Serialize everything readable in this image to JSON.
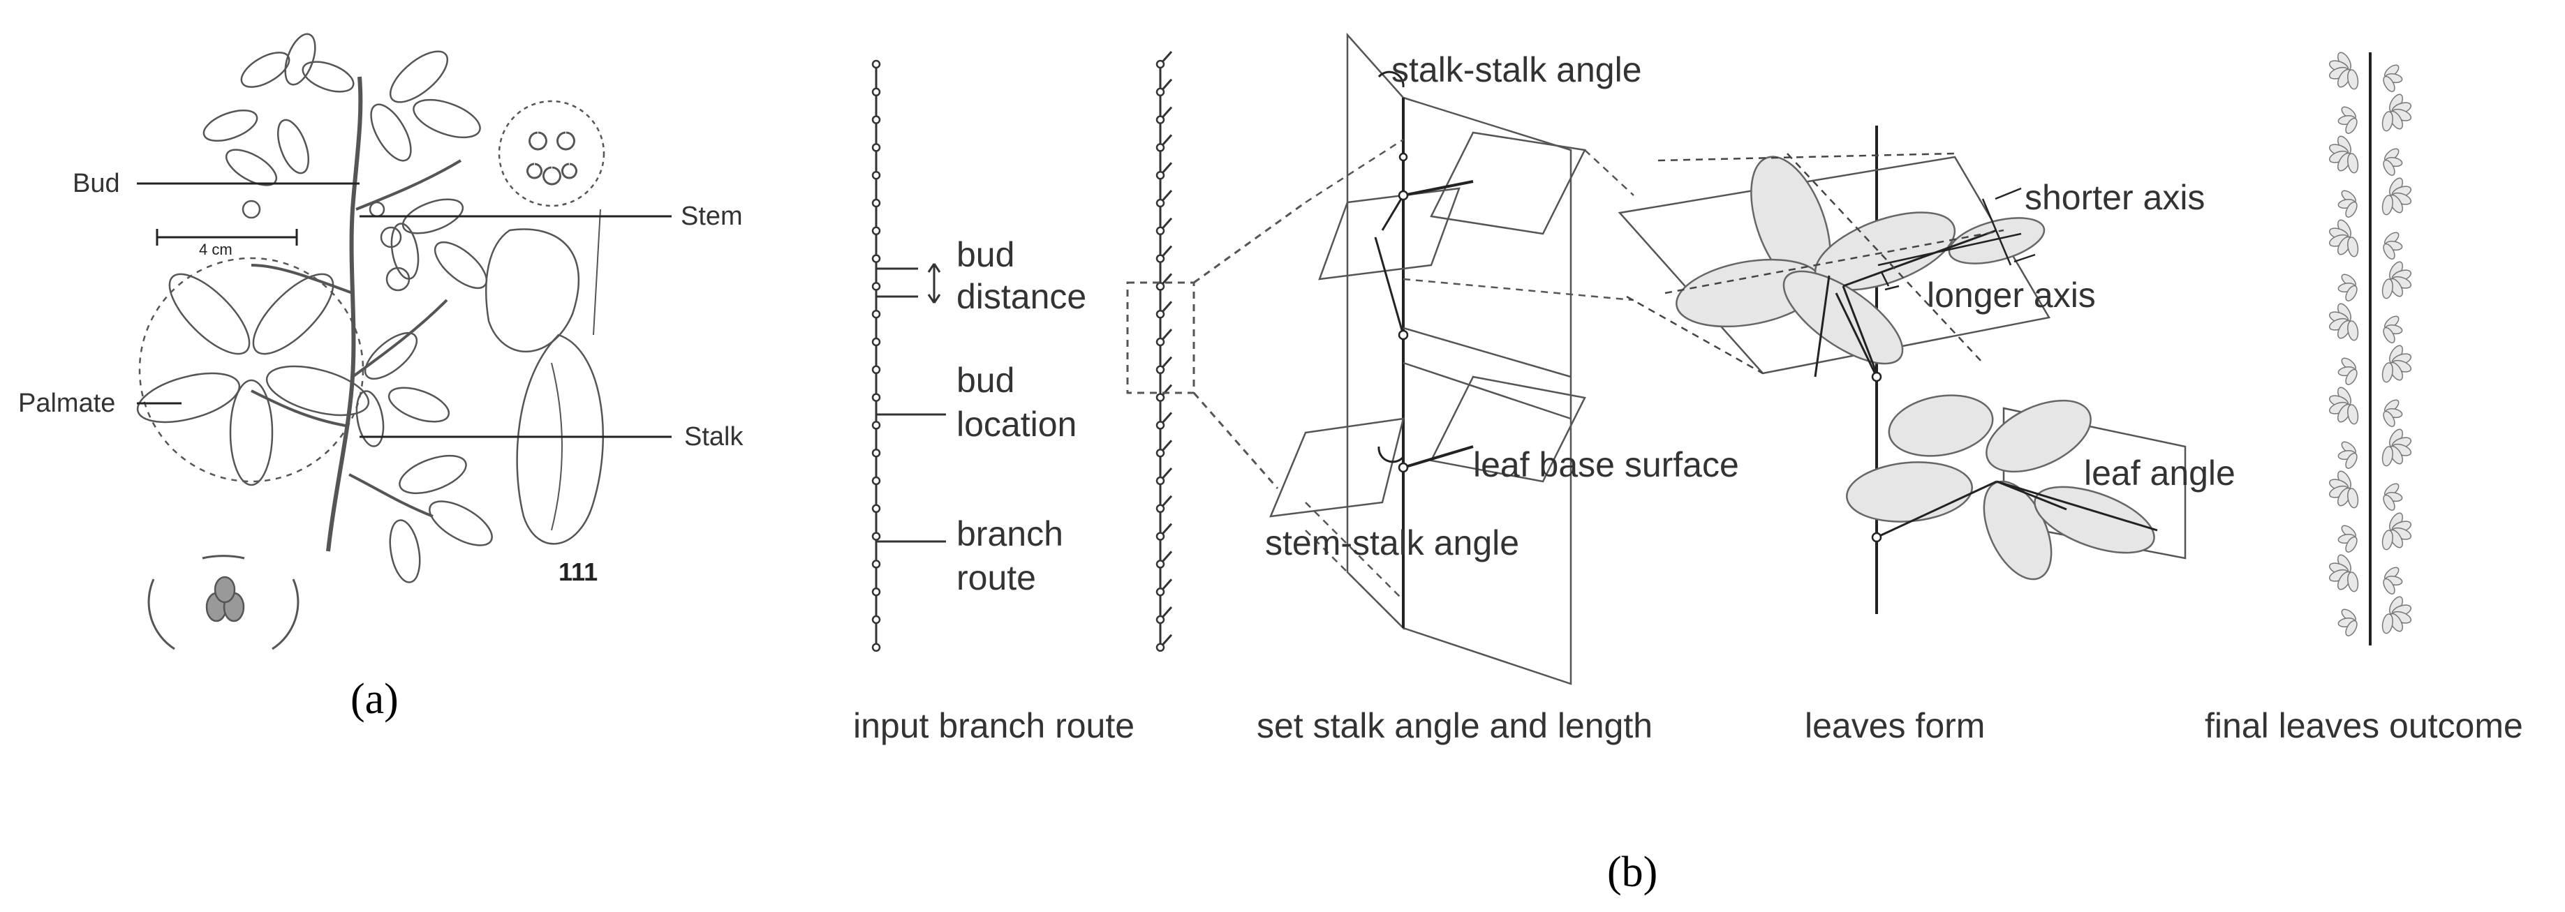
{
  "panel_a": {
    "labels": {
      "bud": "Bud",
      "stem": "Stem",
      "palmate": "Palmate",
      "stalk": "Stalk",
      "scale": "4 cm",
      "plate_number": "111"
    },
    "caption": "(a)"
  },
  "panel_b": {
    "caption": "(b)",
    "step1": {
      "title": "input branch route",
      "bud_distance": [
        "bud",
        "distance"
      ],
      "bud_location": [
        "bud",
        "location"
      ],
      "branch_route": [
        "branch",
        "route"
      ]
    },
    "step2": {
      "title": "set stalk angle and length",
      "stalk_stalk_angle": "stalk-stalk angle",
      "leaf_base_surface": "leaf base surface",
      "stem_stalk_angle": "stem-stalk angle"
    },
    "step3": {
      "title": "leaves form",
      "shorter_axis": "shorter axis",
      "longer_axis": "longer axis",
      "leaf_angle": "leaf angle"
    },
    "step4": {
      "title": "final leaves outcome"
    }
  }
}
